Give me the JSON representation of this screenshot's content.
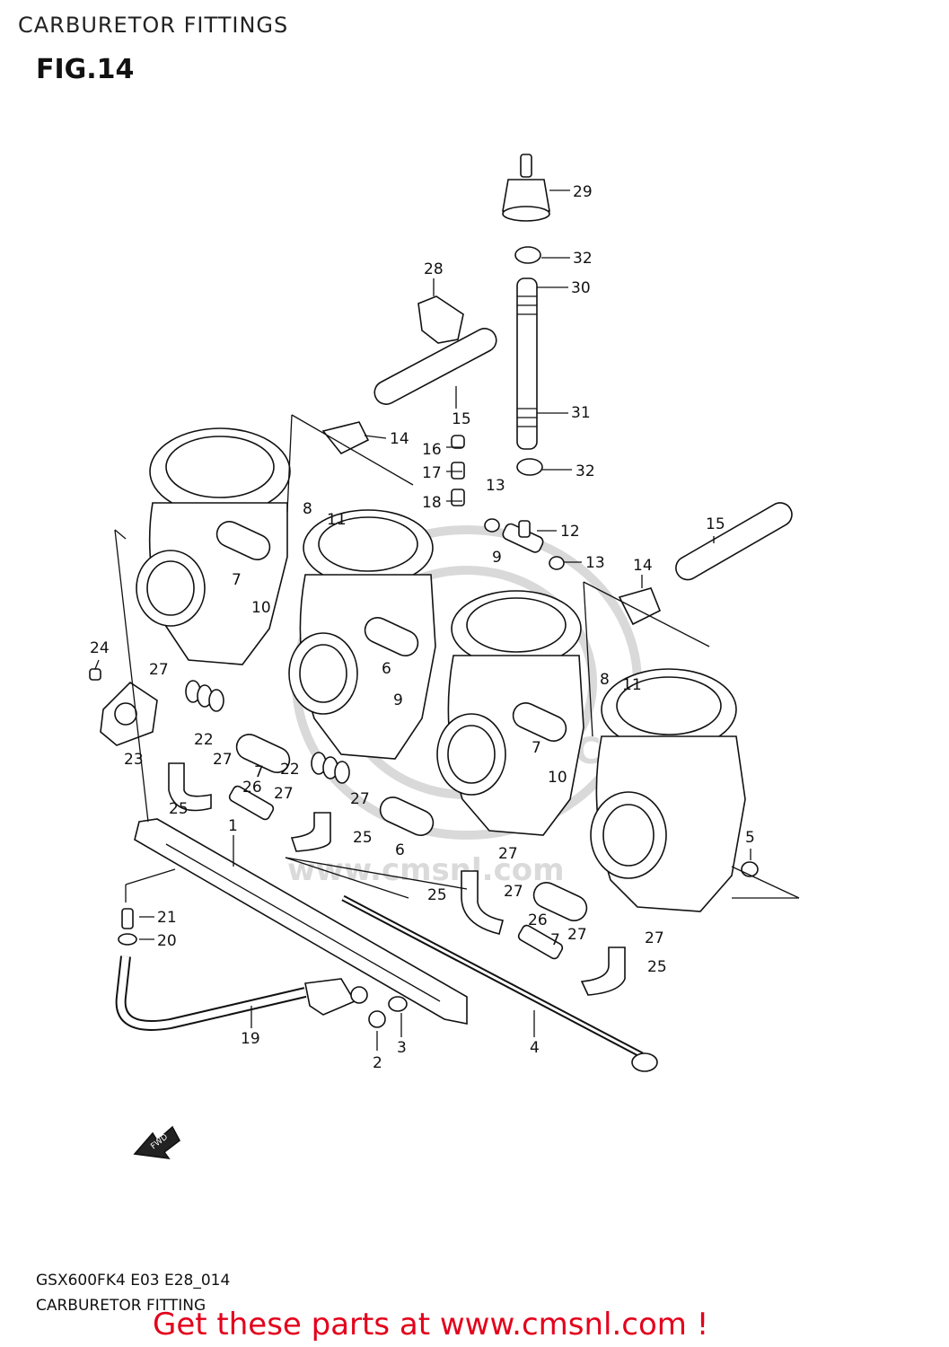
{
  "header": {
    "title": "CARBURETOR FITTINGS",
    "figure": "FIG.14"
  },
  "watermark": {
    "logo_text": "CMS",
    "url_text": "www.cmsnl.com"
  },
  "fwd_arrow_label": "FWD",
  "callouts": [
    {
      "id": "c1",
      "label": "1"
    },
    {
      "id": "c2",
      "label": "2"
    },
    {
      "id": "c3",
      "label": "3"
    },
    {
      "id": "c4",
      "label": "4"
    },
    {
      "id": "c5",
      "label": "5"
    },
    {
      "id": "c6a",
      "label": "6"
    },
    {
      "id": "c6b",
      "label": "6"
    },
    {
      "id": "c7a",
      "label": "7"
    },
    {
      "id": "c7b",
      "label": "7"
    },
    {
      "id": "c7c",
      "label": "7"
    },
    {
      "id": "c7d",
      "label": "7"
    },
    {
      "id": "c8a",
      "label": "8"
    },
    {
      "id": "c8b",
      "label": "8"
    },
    {
      "id": "c9a",
      "label": "9"
    },
    {
      "id": "c9b",
      "label": "9"
    },
    {
      "id": "c10a",
      "label": "10"
    },
    {
      "id": "c10b",
      "label": "10"
    },
    {
      "id": "c11a",
      "label": "11"
    },
    {
      "id": "c11b",
      "label": "11"
    },
    {
      "id": "c12",
      "label": "12"
    },
    {
      "id": "c13a",
      "label": "13"
    },
    {
      "id": "c13b",
      "label": "13"
    },
    {
      "id": "c14a",
      "label": "14"
    },
    {
      "id": "c14b",
      "label": "14"
    },
    {
      "id": "c15a",
      "label": "15"
    },
    {
      "id": "c15b",
      "label": "15"
    },
    {
      "id": "c16",
      "label": "16"
    },
    {
      "id": "c17",
      "label": "17"
    },
    {
      "id": "c18",
      "label": "18"
    },
    {
      "id": "c19",
      "label": "19"
    },
    {
      "id": "c20",
      "label": "20"
    },
    {
      "id": "c21",
      "label": "21"
    },
    {
      "id": "c22a",
      "label": "22"
    },
    {
      "id": "c22b",
      "label": "22"
    },
    {
      "id": "c23",
      "label": "23"
    },
    {
      "id": "c24",
      "label": "24"
    },
    {
      "id": "c25a",
      "label": "25"
    },
    {
      "id": "c25b",
      "label": "25"
    },
    {
      "id": "c25c",
      "label": "25"
    },
    {
      "id": "c25d",
      "label": "25"
    },
    {
      "id": "c26a",
      "label": "26"
    },
    {
      "id": "c26b",
      "label": "26"
    },
    {
      "id": "c27a",
      "label": "27"
    },
    {
      "id": "c27b",
      "label": "27"
    },
    {
      "id": "c27c",
      "label": "27"
    },
    {
      "id": "c27d",
      "label": "27"
    },
    {
      "id": "c27e",
      "label": "27"
    },
    {
      "id": "c27f",
      "label": "27"
    },
    {
      "id": "c27g",
      "label": "27"
    },
    {
      "id": "c27h",
      "label": "27"
    },
    {
      "id": "c28",
      "label": "28"
    },
    {
      "id": "c29",
      "label": "29"
    },
    {
      "id": "c30",
      "label": "30"
    },
    {
      "id": "c31",
      "label": "31"
    },
    {
      "id": "c32a",
      "label": "32"
    },
    {
      "id": "c32b",
      "label": "32"
    }
  ],
  "footer": {
    "model_code": "GSX600FK4 E03 E28_014",
    "diagram_name": "CARBURETOR FITTING",
    "promo_text": "Get these parts at www.cmsnl.com !"
  }
}
